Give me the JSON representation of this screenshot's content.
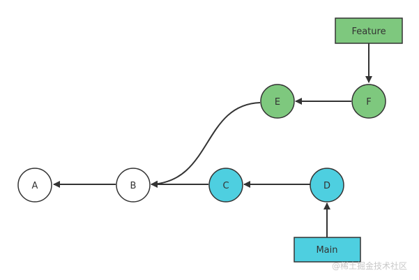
{
  "colors": {
    "stroke": "#333333",
    "plain_fill": "#ffffff",
    "main_fill": "#4ecfe0",
    "feature_fill": "#7ec87e"
  },
  "nodes": {
    "A": {
      "label": "A",
      "style": "plain"
    },
    "B": {
      "label": "B",
      "style": "plain"
    },
    "C": {
      "label": "C",
      "style": "main"
    },
    "D": {
      "label": "D",
      "style": "main"
    },
    "E": {
      "label": "E",
      "style": "feature"
    },
    "F": {
      "label": "F",
      "style": "feature"
    }
  },
  "branches": {
    "feature": {
      "label": "Feature",
      "style": "feature",
      "points_to": "F"
    },
    "main": {
      "label": "Main",
      "style": "main",
      "points_to": "D"
    }
  },
  "edges": [
    {
      "from": "B",
      "to": "A"
    },
    {
      "from": "C",
      "to": "B"
    },
    {
      "from": "D",
      "to": "C"
    },
    {
      "from": "F",
      "to": "E"
    },
    {
      "from": "E",
      "to": "B"
    }
  ],
  "watermark": "@稀土掘金技术社区"
}
